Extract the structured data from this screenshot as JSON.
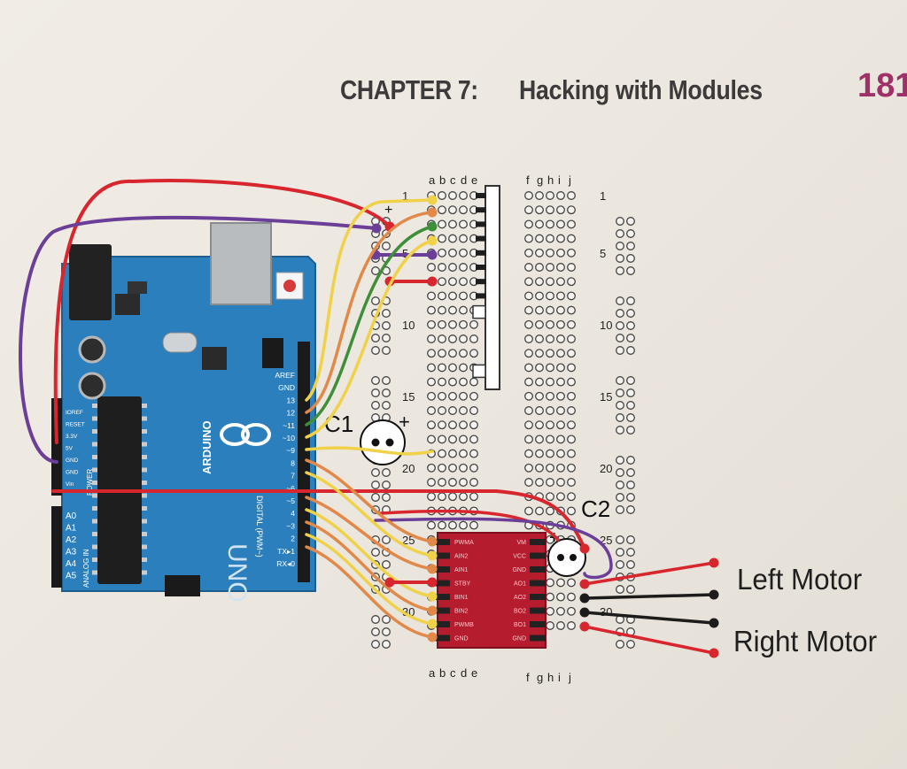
{
  "header": {
    "chapter": "CHAPTER 7:",
    "title": "Hacking with Modules",
    "page_number": "181"
  },
  "breadboard": {
    "columns_left": [
      "a",
      "b",
      "c",
      "d",
      "e"
    ],
    "columns_right": [
      "f",
      "g",
      "h",
      "i",
      "j"
    ],
    "row_numbers": [
      "1",
      "5",
      "10",
      "15",
      "20",
      "25",
      "30"
    ],
    "power_marks": [
      "+",
      "–"
    ]
  },
  "components": {
    "c1_label": "C1",
    "c2_label": "C2",
    "polarity_mark": "+"
  },
  "motors": {
    "left": "Left Motor",
    "right": "Right Motor"
  },
  "arduino": {
    "brand": "ARDUINO",
    "model": "UNO",
    "section_power": "POWER",
    "section_analog": "ANALOG IN",
    "section_digital": "DIGITAL (PWM~)",
    "power_pins": [
      "IOREF",
      "RESET",
      "3.3V",
      "5V",
      "GND",
      "GND",
      "Vin"
    ],
    "analog_pins": [
      "A0",
      "A1",
      "A2",
      "A3",
      "A4",
      "A5"
    ],
    "digital_pins": [
      "AREF",
      "GND",
      "13",
      "12",
      "~11",
      "~10",
      "~9",
      "8",
      "7",
      "~6",
      "~5",
      "4",
      "~3",
      "2",
      "TX▸1",
      "RX◂0"
    ]
  },
  "driver_board": {
    "left_pins": [
      "PWMA",
      "AIN2",
      "AIN1",
      "STBY",
      "BIN1",
      "BIN2",
      "PWMB",
      "GND"
    ],
    "right_pins": [
      "VM",
      "VCC",
      "GND",
      "AO1",
      "AO2",
      "BO2",
      "BO1",
      "GND"
    ]
  },
  "colors": {
    "wire_red": "#d8262e",
    "wire_purple": "#6b3f98",
    "wire_yellow": "#f0d24a",
    "wire_orange": "#e2894a",
    "wire_green": "#3f8f3a",
    "wire_black": "#1c1c1c",
    "arduino_blue": "#2c7fbd",
    "driver_red": "#b51d2e",
    "page_number": "#a0306a"
  }
}
